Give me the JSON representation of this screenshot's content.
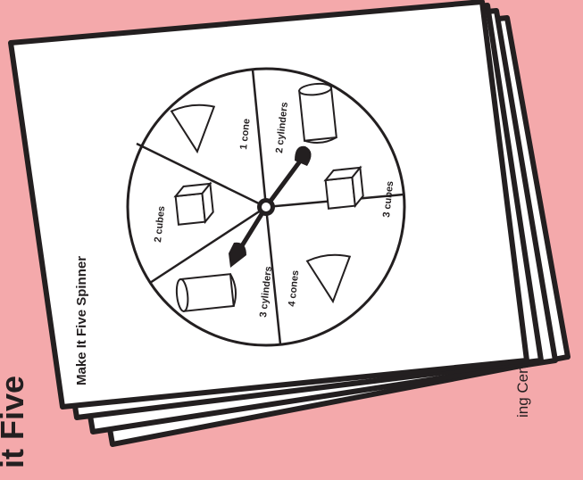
{
  "side_title": "it Five",
  "side_caption": "ing Center",
  "sheet": {
    "title": "Make It Five Spinner"
  },
  "spinner": {
    "sections": [
      {
        "label": "1 cone",
        "icon": "cone-icon"
      },
      {
        "label": "2 cylinders",
        "icon": "cylinder-icon"
      },
      {
        "label": "3 cubes",
        "icon": "cube-icon"
      },
      {
        "label": "4 cones",
        "icon": "cone-icon"
      },
      {
        "label": "3 cylinders",
        "icon": "cylinder-icon"
      },
      {
        "label": "2 cubes",
        "icon": "cube-icon"
      }
    ]
  },
  "colors": {
    "background": "#f4a9ab",
    "ink": "#231f20",
    "paper": "#ffffff"
  }
}
